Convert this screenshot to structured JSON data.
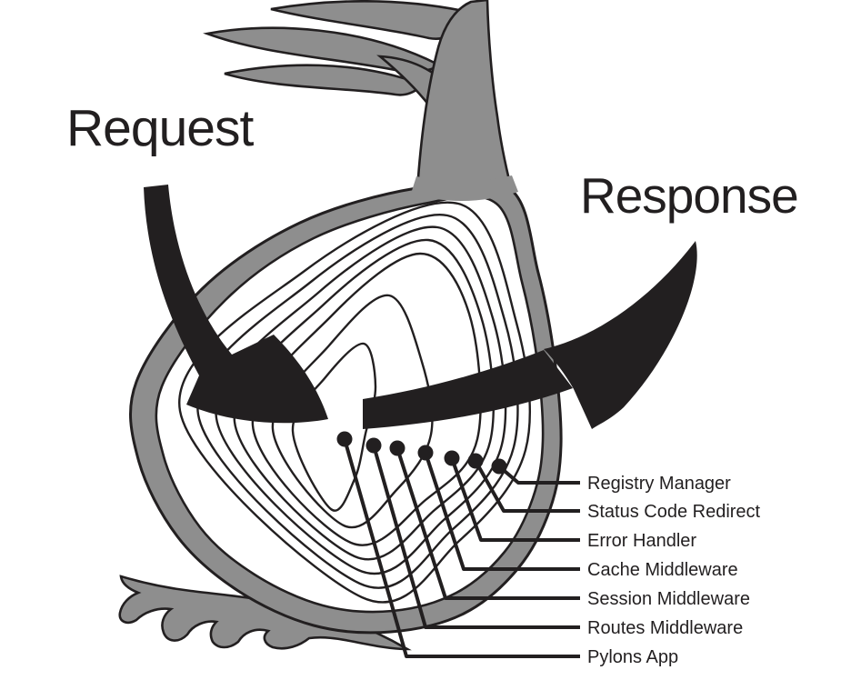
{
  "diagram": {
    "request_label": "Request",
    "response_label": "Response",
    "layers": [
      {
        "label": "Registry Manager"
      },
      {
        "label": "Status Code Redirect"
      },
      {
        "label": "Error Handler"
      },
      {
        "label": "Cache Middleware"
      },
      {
        "label": "Session Middleware"
      },
      {
        "label": "Routes Middleware"
      },
      {
        "label": "Pylons App"
      }
    ],
    "colors": {
      "ink": "#221f20",
      "onion_gray": "#8e8e8e",
      "background": "#ffffff"
    }
  }
}
